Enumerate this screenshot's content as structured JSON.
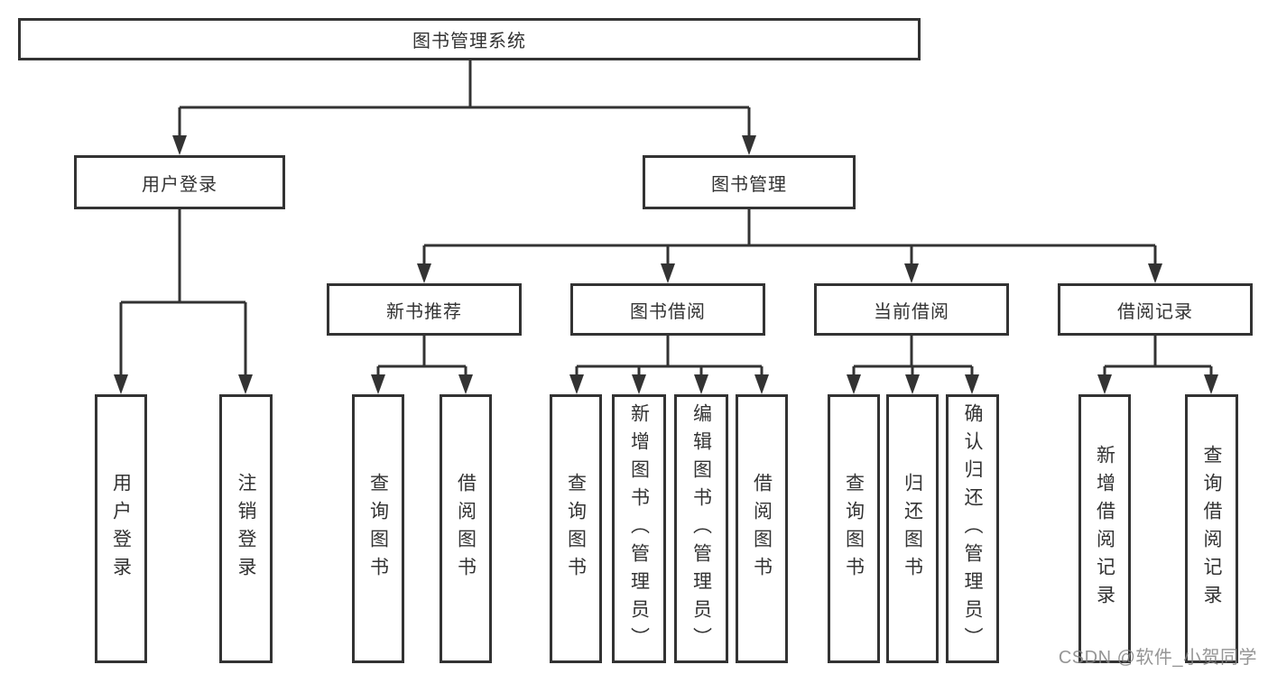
{
  "colors": {
    "line": "#333333",
    "text": "#333333",
    "background": "#ffffff",
    "watermark": "#828282"
  },
  "diagram": {
    "root": "图书管理系统",
    "level2": {
      "user_login": "用户登录",
      "book_mgmt": "图书管理"
    },
    "level3": {
      "new_books": "新书推荐",
      "book_borrow": "图书借阅",
      "current_borrow": "当前借阅",
      "borrow_records": "借阅记录"
    },
    "leaves": {
      "user_login": "用户登录",
      "logout": "注销登录",
      "nb_query_books": "查询图书",
      "nb_borrow_books": "借阅图书",
      "bb_query_books": "查询图书",
      "bb_add_books": "新增图书（管理员）",
      "bb_edit_books": "编辑图书（管理员）",
      "bb_borrow_books": "借阅图书",
      "cb_query_books": "查询图书",
      "cb_return_books": "归还图书",
      "cb_confirm_return": "确认归还（管理员）",
      "br_add_record": "新增借阅记录",
      "br_query_record": "查询借阅记录"
    }
  },
  "watermark": "CSDN @软件_小贺同学"
}
